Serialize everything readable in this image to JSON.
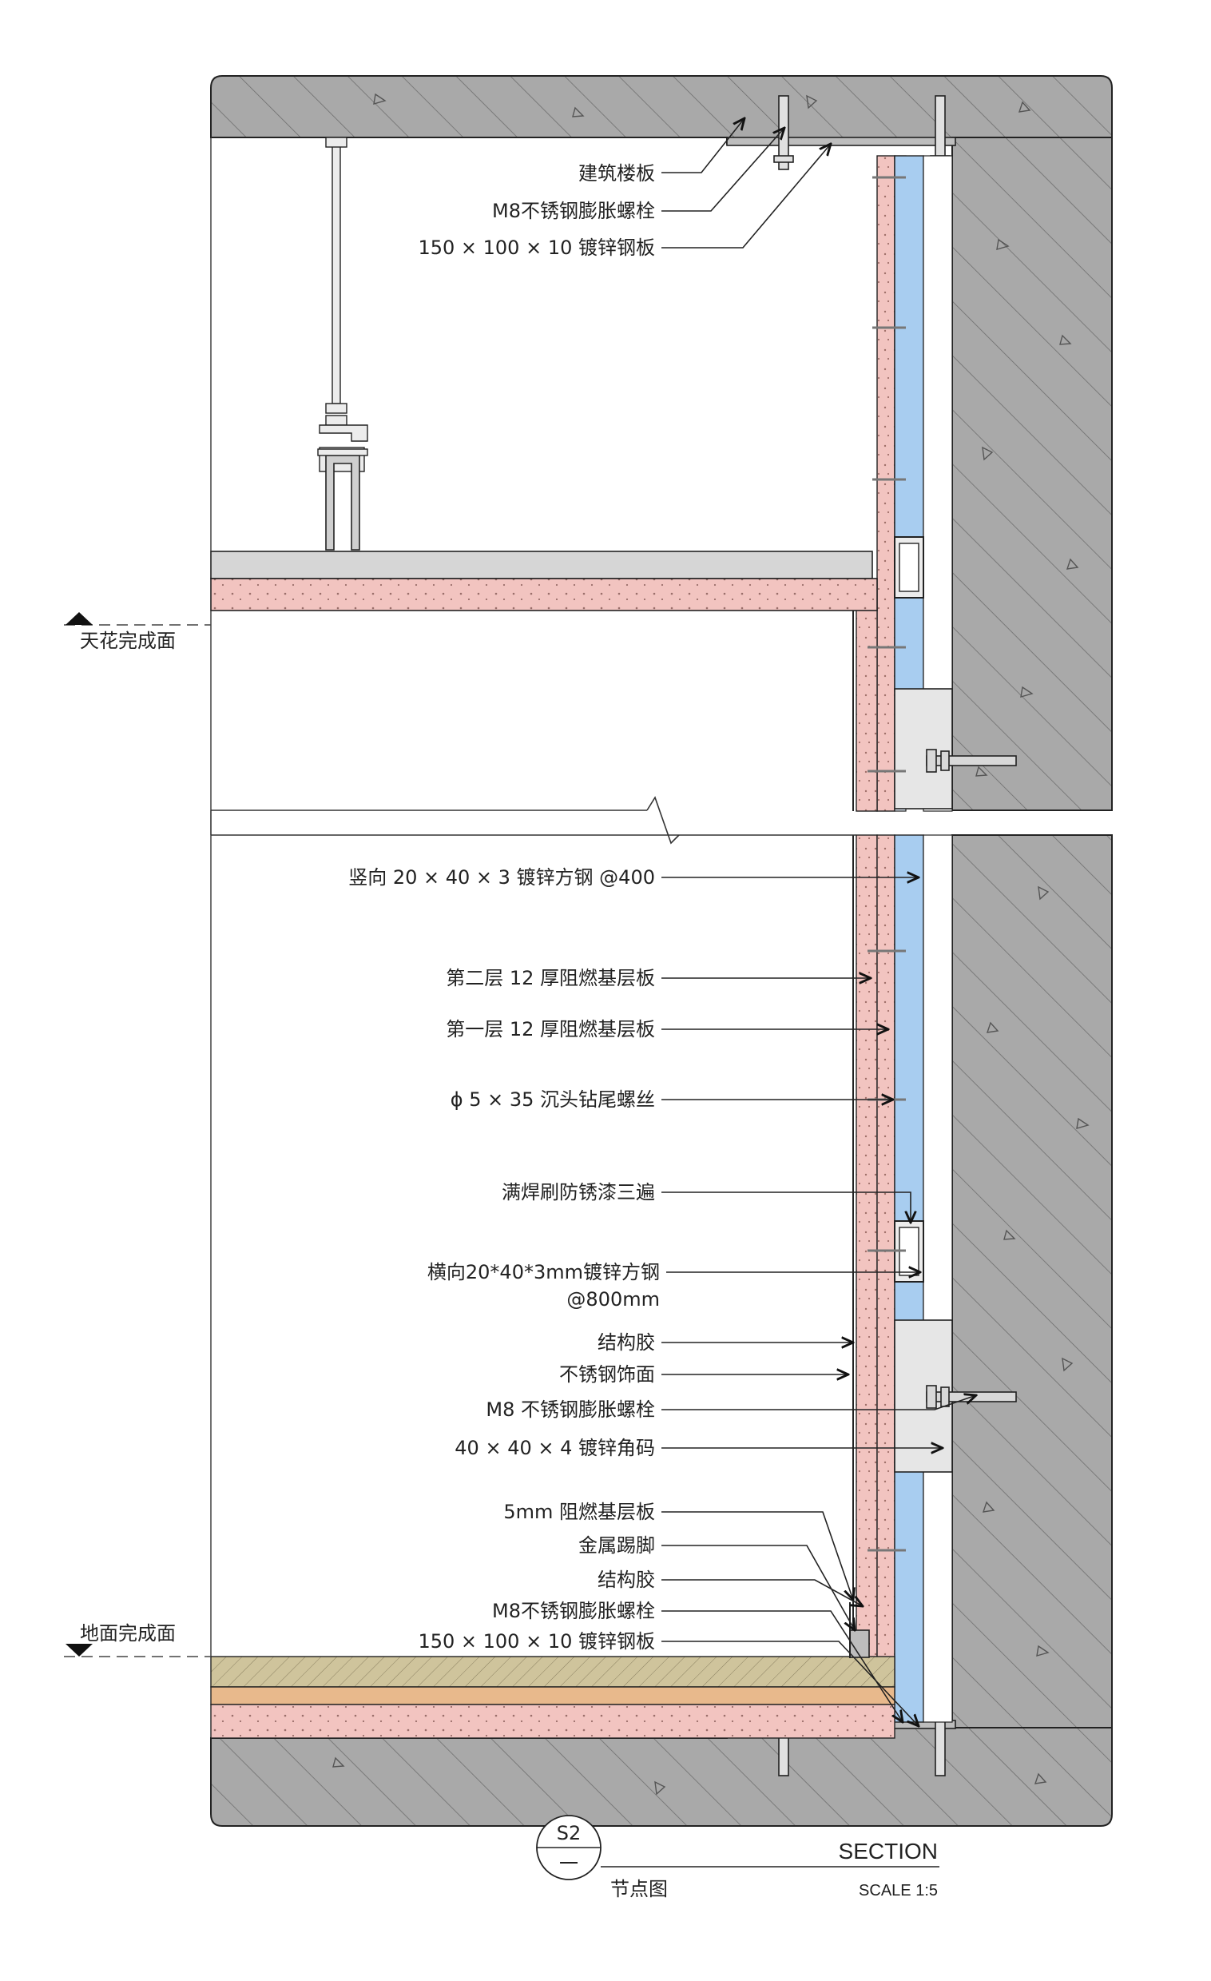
{
  "level_marks": {
    "ceiling": "天花完成面",
    "floor": "地面完成面"
  },
  "callouts": {
    "top": [
      "建筑楼板",
      "M8不锈钢膨胀螺栓",
      "150 × 100 × 10 镀锌钢板"
    ],
    "wall": [
      "竖向 20 × 40 × 3 镀锌方钢 @400",
      "第二层 12 厚阻燃基层板",
      "第一层 12 厚阻燃基层板",
      "ϕ 5 × 35 沉头钻尾螺丝",
      "满焊刷防锈漆三遍",
      "横向20*40*3mm镀锌方钢",
      "@800mm",
      "结构胶",
      "不锈钢饰面",
      "M8 不锈钢膨胀螺栓",
      "40 × 40 × 4 镀锌角码"
    ],
    "bottom": [
      "5mm 阻燃基层板",
      "金属踢脚",
      "结构胶",
      "M8不锈钢膨胀螺栓",
      "150 × 100 × 10 镀锌钢板"
    ]
  },
  "title_block": {
    "number": "S2",
    "sheet": "一",
    "name": "节点图",
    "view": "SECTION",
    "scale": "SCALE 1:5"
  },
  "colors": {
    "concrete": "#a9a9a9",
    "board_pink": "#f2c4c0",
    "insulation_blue": "#a8cdf0",
    "floor_screed": "#cfc49c",
    "floor_mortar": "#e8b98c",
    "steel": "#d6d6d6"
  }
}
